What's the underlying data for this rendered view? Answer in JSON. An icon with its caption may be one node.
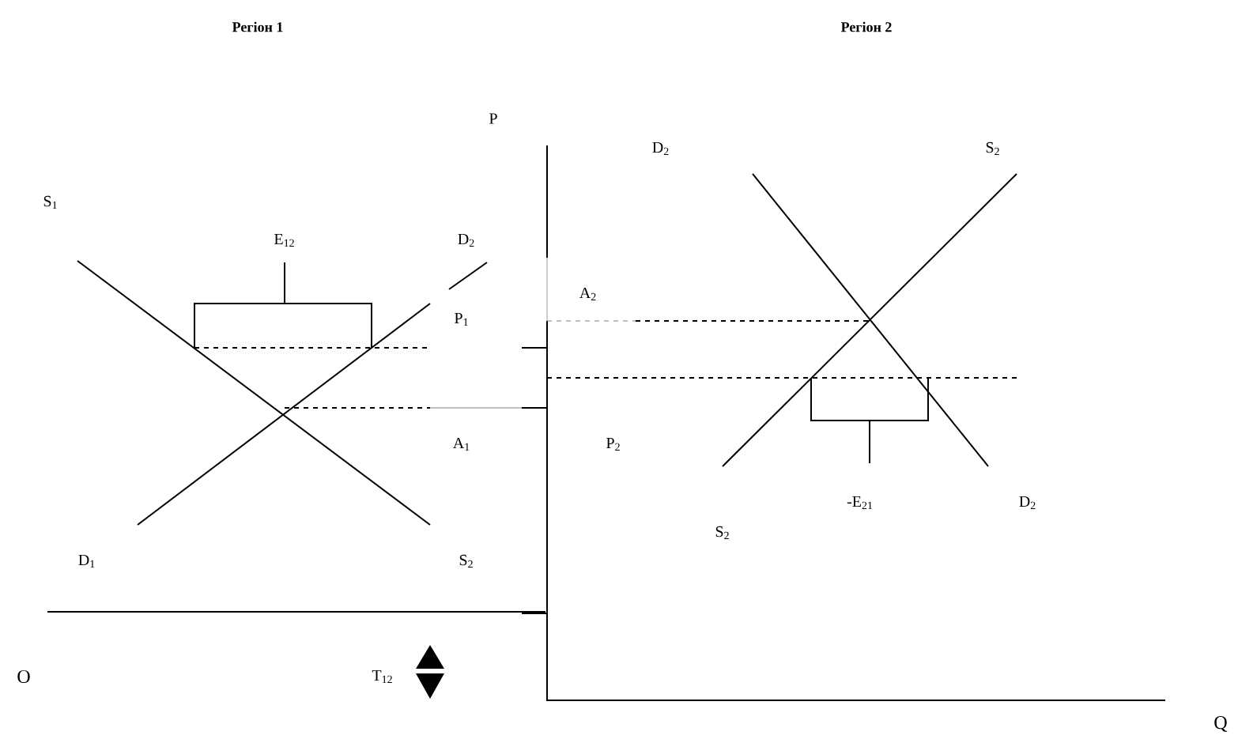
{
  "diagram": {
    "labels": [
      "Регіон 1",
      "Регіон  2",
      "P",
      "D$_{2}$",
      "S$_{2}$",
      "S$_{1}$",
      "E$_{12}$",
      "D$_{2}$",
      "A$_{2}$",
      "P$_{1}$",
      "A$_{1}$",
      "P$_{2}$",
      "-E$_{21}$",
      "D$_{2}$",
      "S$_{2}$",
      "D$_{1}$",
      "S$_{2}$",
      "O",
      "T$_{12}$",
      "Q"
    ]
  }
}
